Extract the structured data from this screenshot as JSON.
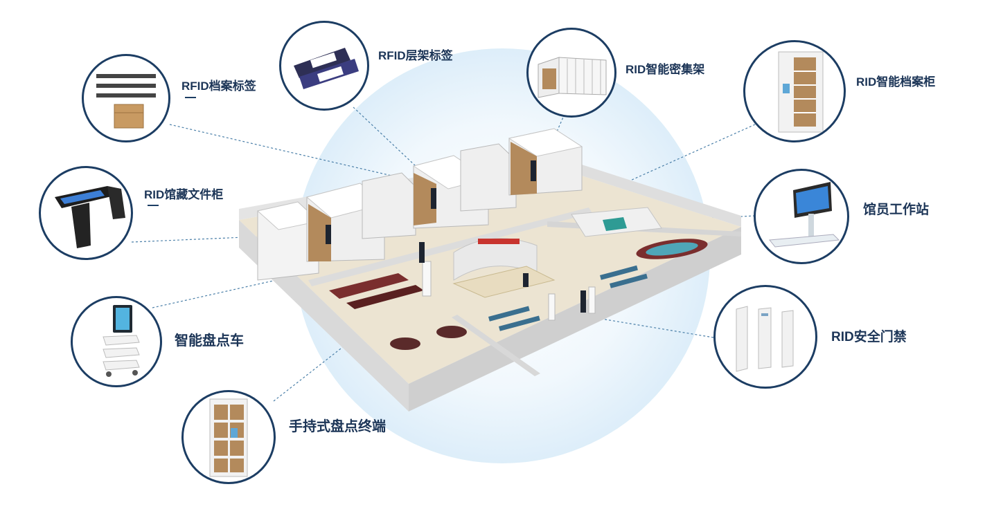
{
  "labels": {
    "archive_tag": "RFID档案标签",
    "shelf_tag": "RFID层架标签",
    "compact_shelf": "RID智能密集架",
    "archive_cabinet": "RID智能档案柜",
    "file_cabinet": "RID馆藏文件柜",
    "librarian_station": "馆员工作站",
    "inventory_cart": "智能盘点车",
    "security_gate": "RID安全门禁",
    "handheld_terminal": "手持式盘点终端"
  },
  "colors": {
    "circle_border": "#1c3d63",
    "label_text": "#1c3557",
    "glow": "#dcedf9",
    "leader_line": "#4a7fa8"
  }
}
